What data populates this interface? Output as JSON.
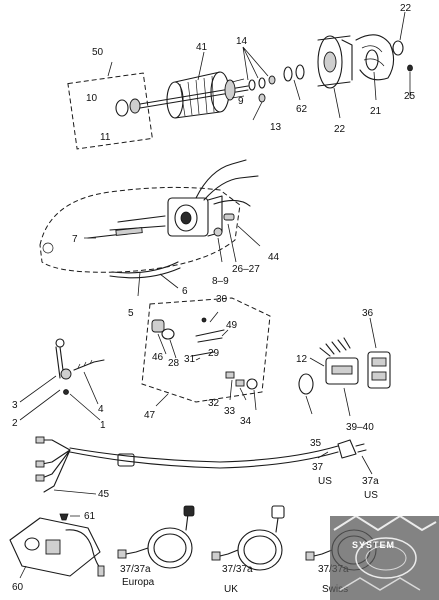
{
  "labels": {
    "l50": "50",
    "l41": "41",
    "l14": "14",
    "l22a": "22",
    "l22b": "22",
    "l10": "10",
    "l11": "11",
    "l9": "9",
    "l13": "13",
    "l62": "62",
    "l21": "21",
    "l25": "25",
    "l7": "7",
    "l44": "44",
    "l26_27": "26–27",
    "l8_9": "8–9",
    "l6": "6",
    "l5": "5",
    "l30": "30",
    "l49": "49",
    "l29": "29",
    "l46": "46",
    "l28": "28",
    "l31": "31",
    "l36": "36",
    "l12": "12",
    "l3": "3",
    "l2": "2",
    "l4": "4",
    "l1": "1",
    "l47": "47",
    "l32": "32",
    "l33": "33",
    "l34": "34",
    "l39_40": "39–40",
    "l35": "35",
    "l37": "37",
    "l37a": "37a",
    "l45": "45",
    "l61": "61",
    "l60": "60",
    "l37_37a_eu": "37/37a",
    "l37_37a_uk": "37/37a",
    "l37_37a_sw": "37/37a"
  },
  "captions": {
    "us1": "US",
    "us2": "US",
    "europa": "Europa",
    "uk": "UK",
    "swiss": "Swiss"
  },
  "watermark": {
    "text": "SYSTEM"
  },
  "colors": {
    "ink": "#1a1a1a",
    "background": "#ffffff",
    "watermark_bg": "#5a5a5a"
  }
}
